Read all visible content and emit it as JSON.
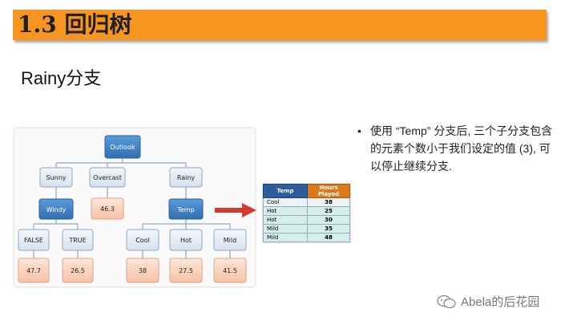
{
  "title": "1.3 回归树",
  "subtitle": "Rainy分支",
  "tree": {
    "root": "Outlook",
    "outlook_children": [
      "Sunny",
      "Overcast",
      "Rainy"
    ],
    "sunny_child": "Windy",
    "overcast_value": "46.3",
    "rainy_child": "Temp",
    "windy_children": [
      "FALSE",
      "TRUE"
    ],
    "windy_values": [
      "47.7",
      "26.5"
    ],
    "temp_children": [
      "Cool",
      "Hot",
      "Mild"
    ],
    "temp_values": [
      "38",
      "27.5",
      "41.5"
    ]
  },
  "table": {
    "headers": [
      "Temp",
      "Hours Played"
    ],
    "rows": [
      {
        "temp": "Cool",
        "hours": "38"
      },
      {
        "temp": "Hot",
        "hours": "25"
      },
      {
        "temp": "Hot",
        "hours": "30"
      },
      {
        "temp": "Mild",
        "hours": "35"
      },
      {
        "temp": "Mild",
        "hours": "48"
      }
    ]
  },
  "bullet": {
    "dot": "•",
    "text": "使用 “Temp” 分支后, 三个子分支包含的元素个数小于我们设定的值 (3), 可以停止继续分支."
  },
  "watermark": "Abela的后花园",
  "colors": {
    "title_bar": "#f6951f",
    "blue_node": "#3d83c9",
    "light_node": "#e7eef7",
    "leaf_node": "#f9d7c4",
    "arrow": "#d23a2f"
  }
}
